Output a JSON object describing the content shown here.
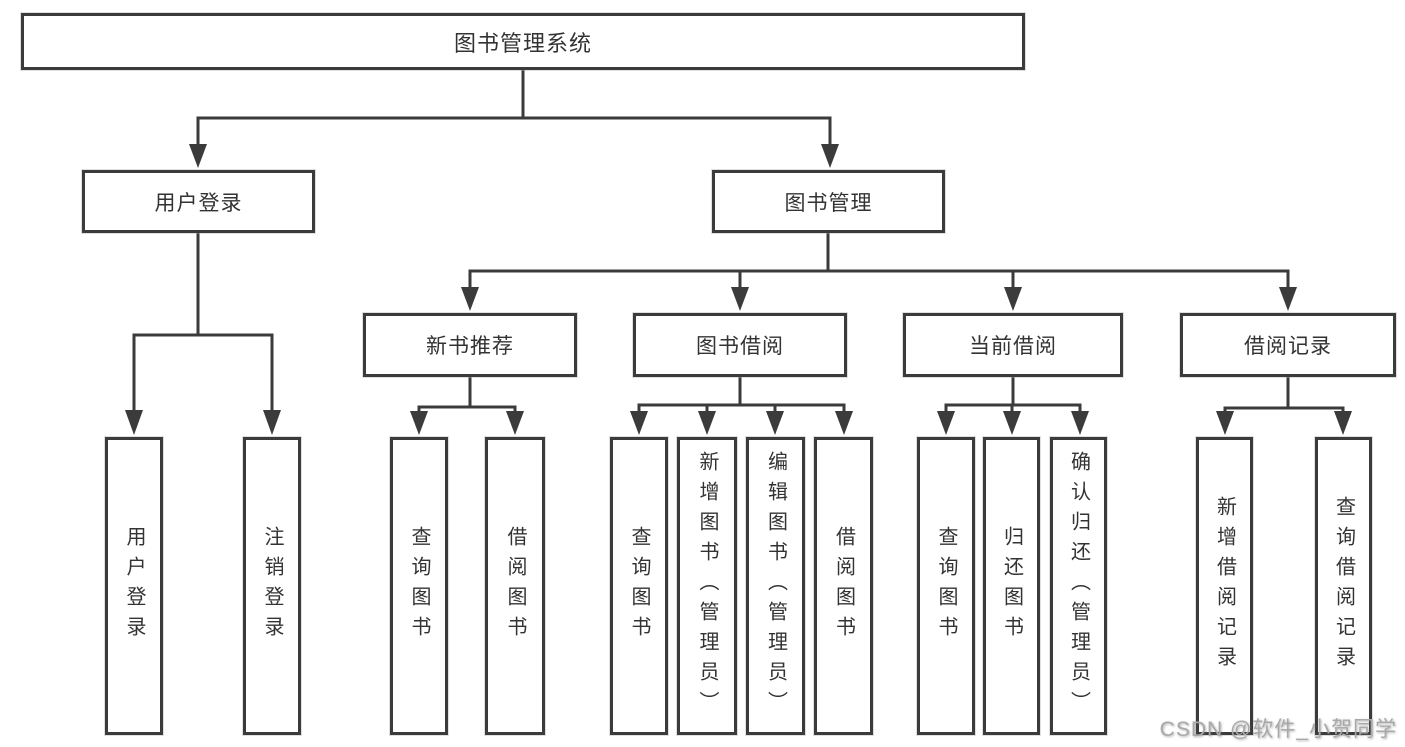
{
  "diagram_title": "图书管理系统",
  "nodes": {
    "root": {
      "label": "图书管理系统"
    },
    "user_login": {
      "label": "用户登录"
    },
    "book_mgmt": {
      "label": "图书管理"
    },
    "new_book_rec": {
      "label": "新书推荐"
    },
    "book_borrow": {
      "label": "图书借阅"
    },
    "current_borrow": {
      "label": "当前借阅"
    },
    "borrow_records": {
      "label": "借阅记录"
    },
    "ul_user_login": {
      "label": "用户登录"
    },
    "ul_logout": {
      "label": "注销登录"
    },
    "nbr_query_books": {
      "label": "查询图书"
    },
    "nbr_borrow_books": {
      "label": "借阅图书"
    },
    "bb_query_books": {
      "label": "查询图书"
    },
    "bb_add_books": {
      "label": "新增图书（管理员）"
    },
    "bb_edit_books": {
      "label": "编辑图书（管理员）"
    },
    "bb_borrow_books": {
      "label": "借阅图书"
    },
    "cb_query_books": {
      "label": "查询图书"
    },
    "cb_return_books": {
      "label": "归还图书"
    },
    "cb_confirm_return": {
      "label": "确认归还（管理员）"
    },
    "br_add_record": {
      "label": "新增借阅记录"
    },
    "br_query_record": {
      "label": "查询借阅记录"
    }
  },
  "hierarchy": {
    "root": [
      "user_login",
      "book_mgmt"
    ],
    "user_login": [
      "ul_user_login",
      "ul_logout"
    ],
    "book_mgmt": [
      "new_book_rec",
      "book_borrow",
      "current_borrow",
      "borrow_records"
    ],
    "new_book_rec": [
      "nbr_query_books",
      "nbr_borrow_books"
    ],
    "book_borrow": [
      "bb_query_books",
      "bb_add_books",
      "bb_edit_books",
      "bb_borrow_books"
    ],
    "current_borrow": [
      "cb_query_books",
      "cb_return_books",
      "cb_confirm_return"
    ],
    "borrow_records": [
      "br_add_record",
      "br_query_record"
    ]
  },
  "colors": {
    "line": "#3b3b3b",
    "text": "#333333",
    "box_background": "#ffffff",
    "watermark": "#a9a9a9"
  },
  "watermark": {
    "text": "CSDN @软件_小贺同学"
  }
}
